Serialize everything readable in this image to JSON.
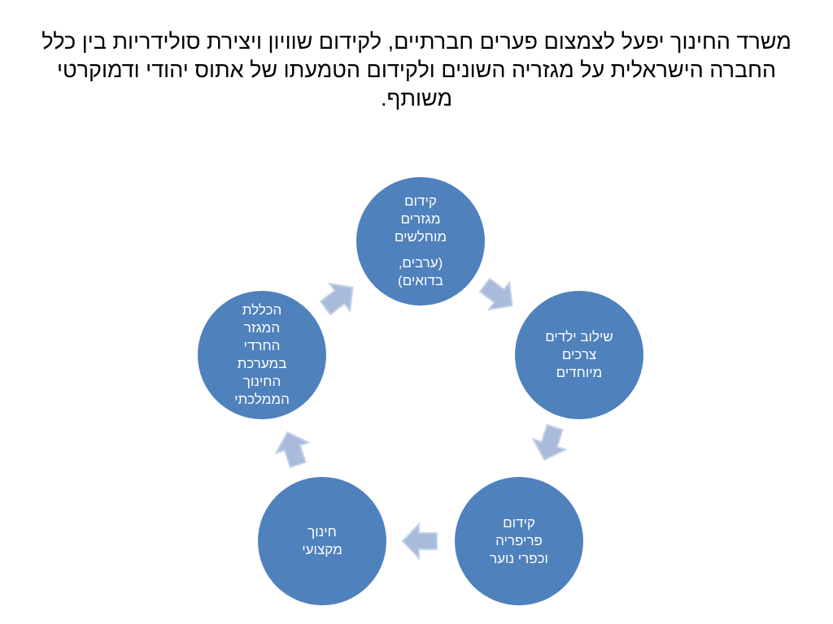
{
  "slide": {
    "title_lines": [
      "משרד החינוך יפעל לצמצום פערים חברתיים, לקידום שוויון ויצירת",
      "סולידריות בין כלל החברה הישראלית על מגזריה השונים ולקידום",
      "הטמעתו של אתוס יהודי ודמוקרטי משותף."
    ]
  },
  "diagram": {
    "colors": {
      "node_fill": "#4F81BD",
      "node_text": "#FFFFFF",
      "arrow_fill": "#A8BBDB",
      "arrow_stroke": "#C5D3E8"
    },
    "nodes": [
      {
        "id": "top",
        "lines_1": [
          "קידום",
          "מגזרים",
          "מוחלשים"
        ],
        "lines_2": [
          "(ערבים,",
          "בדואים)"
        ]
      },
      {
        "id": "right",
        "lines_1": [
          "שילוב ילדים",
          "צרכים",
          "מיוחדים"
        ],
        "lines_2": []
      },
      {
        "id": "bottom-right",
        "lines_1": [
          "קידום",
          "פריפריה",
          "וכפרי נוער"
        ],
        "lines_2": []
      },
      {
        "id": "bottom-left",
        "lines_1": [
          "חינוך",
          "מקצועי"
        ],
        "lines_2": []
      },
      {
        "id": "left",
        "lines_1": [
          "הכללת",
          "המגזר",
          "החרדי",
          "במערכת",
          "החינוך",
          "הממלכתי"
        ],
        "lines_2": []
      }
    ]
  }
}
